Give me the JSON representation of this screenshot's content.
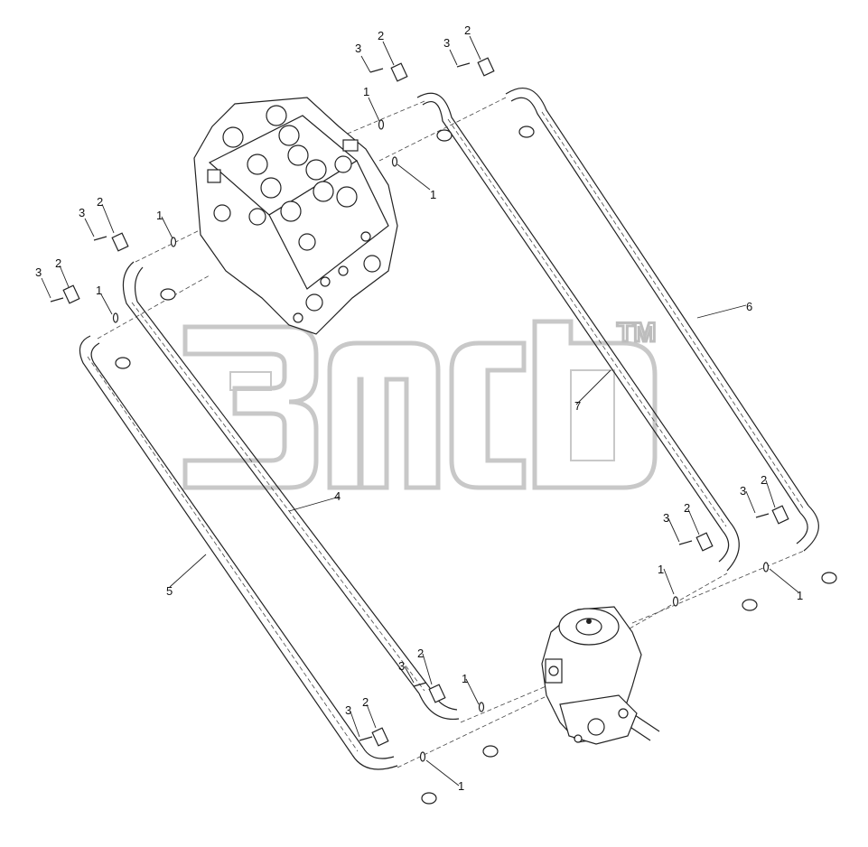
{
  "diagram": {
    "watermark_brand_text": "TM",
    "callouts": {
      "c1a": "1",
      "c1b": "1",
      "c1c": "1",
      "c1d": "1",
      "c1e": "1",
      "c1f": "1",
      "c1g": "1",
      "c1h": "1",
      "c2a": "2",
      "c2b": "2",
      "c2c": "2",
      "c2d": "2",
      "c2e": "2",
      "c2f": "2",
      "c2g": "2",
      "c2h": "2",
      "c3a": "3",
      "c3b": "3",
      "c3c": "3",
      "c3d": "3",
      "c3e": "3",
      "c3f": "3",
      "c3g": "3",
      "c3h": "3",
      "c4": "4",
      "c5": "5",
      "c6": "6",
      "c7": "7"
    },
    "icons": {
      "valve_block": "control-valve-icon",
      "swivel_joint": "swivel-joint-icon",
      "clamp_half": "flange-clamp-icon",
      "bolt": "bolt-icon",
      "o_ring": "o-ring-icon"
    }
  }
}
